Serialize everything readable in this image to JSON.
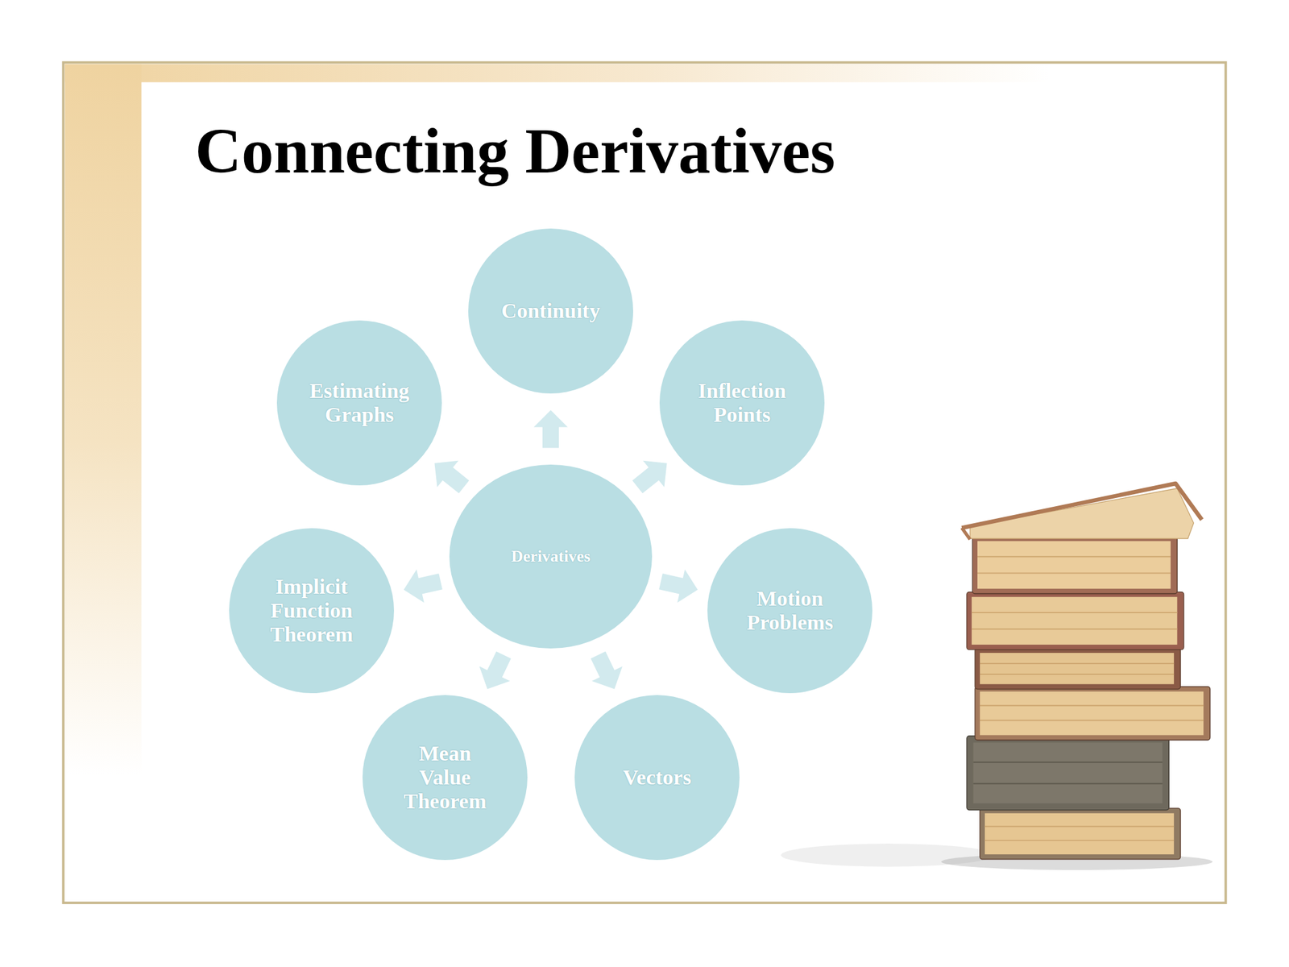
{
  "diagram": {
    "title": "Connecting Derivatives",
    "nodes": [
      {
        "text": [
          "Derivatives"
        ]
      },
      {
        "text": [
          "Continuity"
        ]
      },
      {
        "text": [
          "Inflection Points"
        ]
      },
      {
        "text": [
          "Motion Problems"
        ]
      },
      {
        "text": [
          "Vectors"
        ]
      },
      {
        "text": [
          "Mean Value Theorem"
        ]
      },
      {
        "text": [
          "Implicit Function Theorem"
        ]
      },
      {
        "text": [
          "Estimating Graphs"
        ]
      }
    ],
    "edges": [
      {
        "from": 0,
        "to": 1,
        "arrow": "to"
      },
      {
        "from": 0,
        "to": 2,
        "arrow": "to"
      },
      {
        "from": 0,
        "to": 3,
        "arrow": "to"
      },
      {
        "from": 0,
        "to": 4,
        "arrow": "to"
      },
      {
        "from": 0,
        "to": 5,
        "arrow": "to"
      },
      {
        "from": 0,
        "to": 6,
        "arrow": "to"
      },
      {
        "from": 0,
        "to": 7,
        "arrow": "to"
      }
    ]
  }
}
